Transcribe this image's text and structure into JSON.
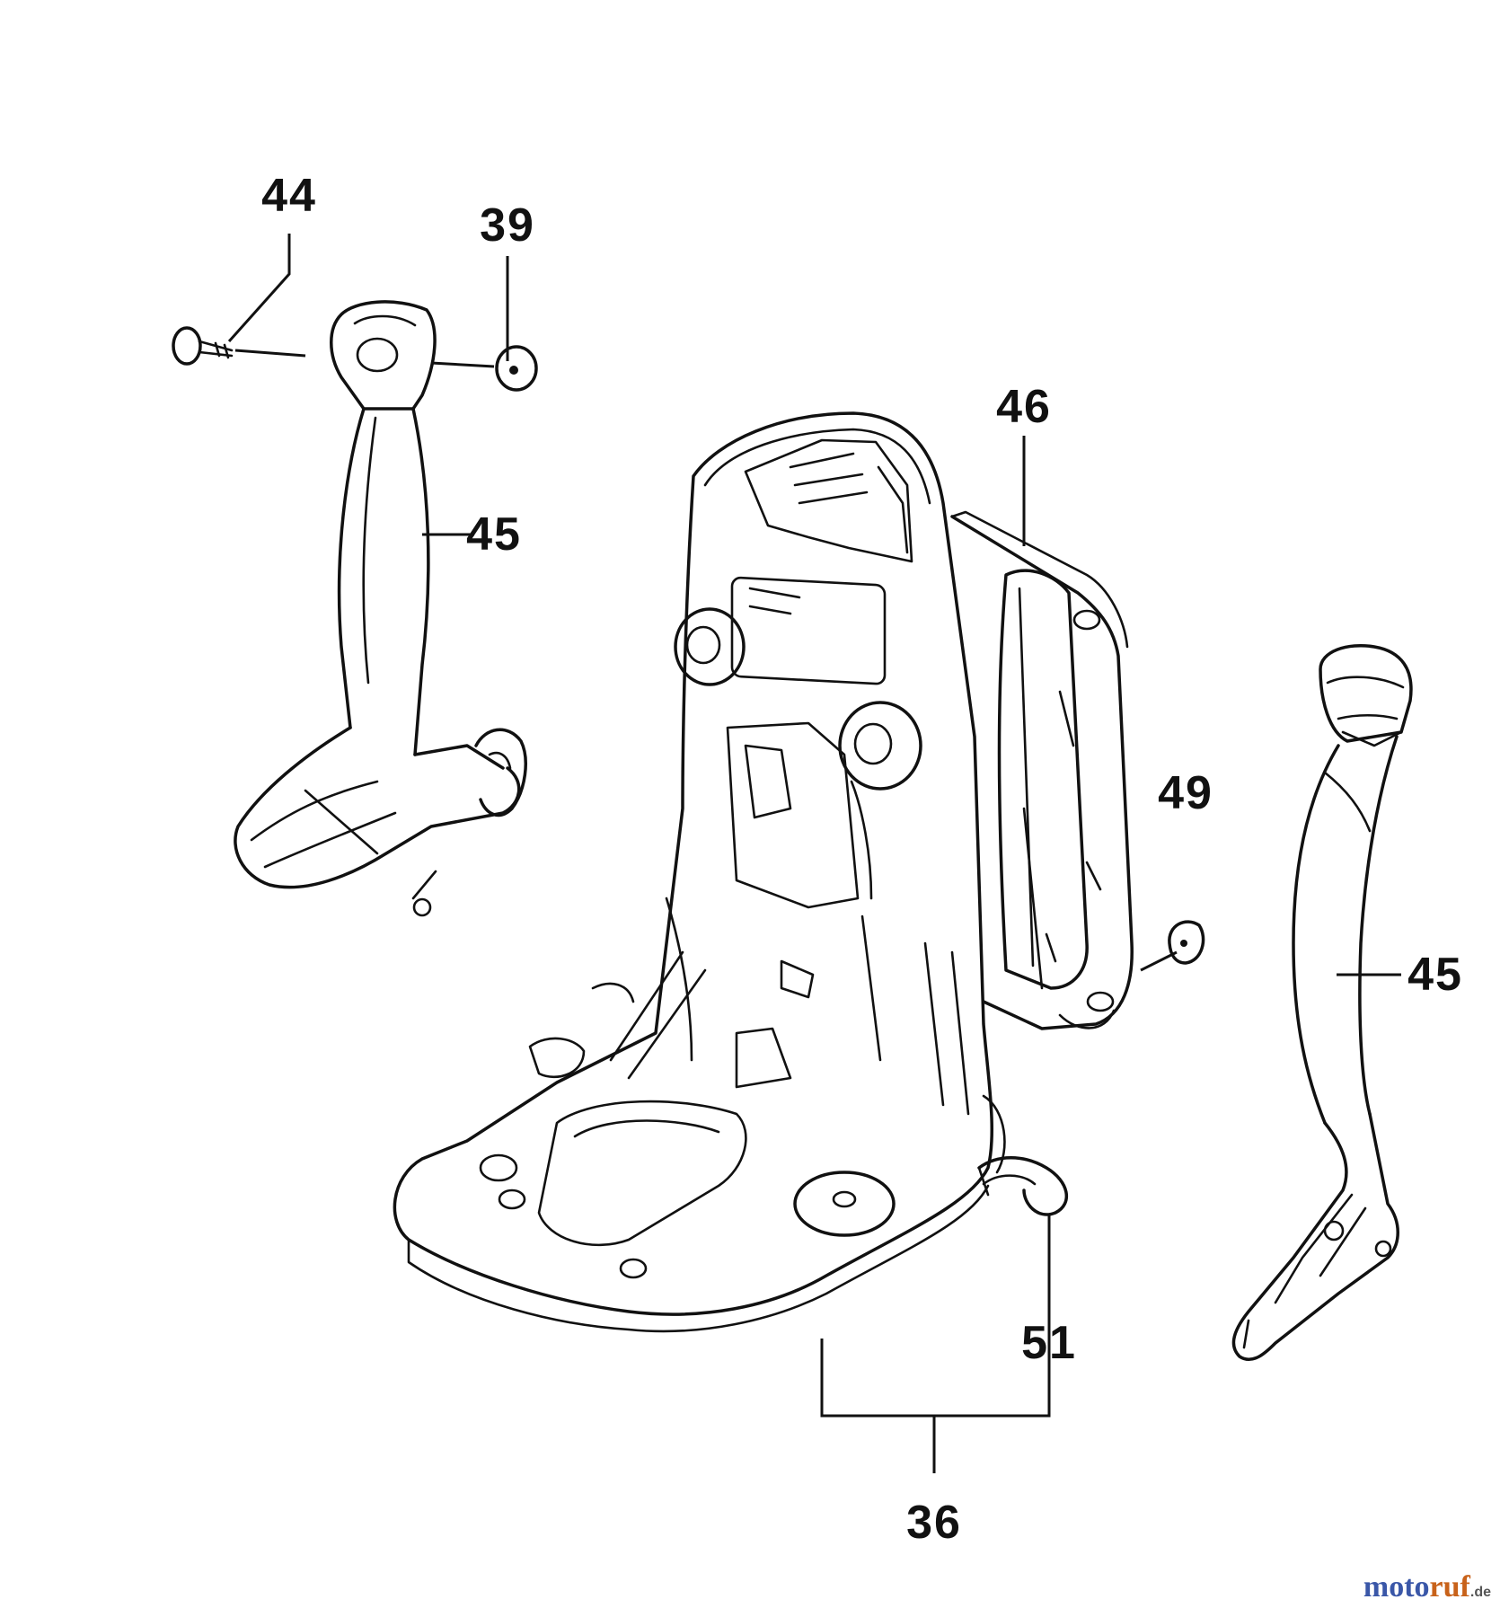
{
  "diagram": {
    "labels": {
      "p44": "44",
      "p39": "39",
      "p45_left": "45",
      "p46": "46",
      "p49": "49",
      "p45_right": "45",
      "p51": "51",
      "p36": "36"
    }
  },
  "watermark": {
    "part1": "moto",
    "part2": "ruf",
    "part3": ".de"
  }
}
